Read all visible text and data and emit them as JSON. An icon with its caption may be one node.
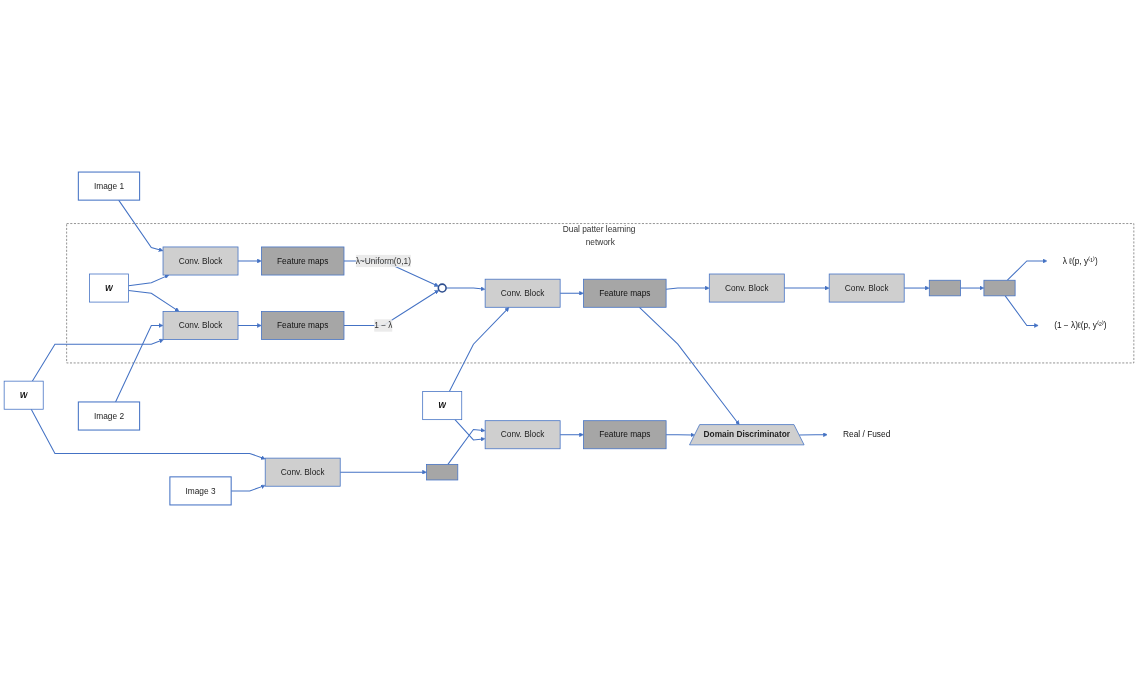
{
  "diagram": {
    "nodes": [
      {
        "text": [
          "Dual patter learning network"
        ]
      },
      {
        "text": [
          "Image 1"
        ]
      },
      {
        "text": [
          "Conv. Block"
        ],
        "in": 0
      },
      {
        "text": [
          "Feature maps"
        ],
        "in": 0
      },
      {
        "text": [
          "W"
        ],
        "in": 0
      },
      {
        "text": [
          "Image 2"
        ]
      },
      {
        "text": [
          "Conv. Block"
        ],
        "in": 0
      },
      {
        "text": [
          "Feature maps"
        ],
        "in": 0
      },
      {
        "text": [],
        "shape": "circle",
        "in": 0
      },
      {
        "text": [
          "Conv. Block"
        ],
        "in": 0
      },
      {
        "text": [
          "Feature maps"
        ],
        "in": 0
      },
      {
        "text": [
          "Conv. Block"
        ],
        "in": 0
      },
      {
        "text": [
          "Conv. Block"
        ],
        "in": 0
      },
      {
        "text": [],
        "shape": "bar",
        "in": 0
      },
      {
        "text": [],
        "shape": "bar",
        "in": 0
      },
      {
        "text": [
          "λ ℓ(p, y⁽¹⁾)"
        ],
        "in": 0
      },
      {
        "text": [
          "(1 − λ)ℓ(p, y⁽²⁾)"
        ],
        "in": 0
      },
      {
        "text": [
          "W"
        ]
      },
      {
        "text": [
          "Image 3"
        ]
      },
      {
        "text": [
          "Conv. Block"
        ]
      },
      {
        "text": [],
        "shape": "box"
      },
      {
        "text": [
          "W"
        ]
      },
      {
        "text": [
          "Conv. Block"
        ]
      },
      {
        "text": [
          "Feature maps"
        ]
      },
      {
        "text": [
          "Domain Discriminator"
        ]
      },
      {
        "text": [
          "Real / Fused"
        ]
      }
    ],
    "edges": [
      {
        "from": 1,
        "to": 2,
        "arrow": "to"
      },
      {
        "from": 2,
        "to": 3,
        "arrow": "to"
      },
      {
        "from": 4,
        "to": 2,
        "arrow": "to"
      },
      {
        "from": 4,
        "to": 6,
        "arrow": "to"
      },
      {
        "from": 5,
        "to": 6,
        "arrow": "to"
      },
      {
        "from": 6,
        "to": 7,
        "arrow": "to"
      },
      {
        "from": 3,
        "to": 8,
        "arrow": "to",
        "label": "λ~Uniform(0,1)"
      },
      {
        "from": 7,
        "to": 8,
        "arrow": "to",
        "label": "1 − λ"
      },
      {
        "from": 8,
        "to": 9,
        "arrow": "to"
      },
      {
        "from": 9,
        "to": 10,
        "arrow": "to"
      },
      {
        "from": 10,
        "to": 11,
        "arrow": "to"
      },
      {
        "from": 11,
        "to": 12,
        "arrow": "to"
      },
      {
        "from": 12,
        "to": 13,
        "arrow": "to"
      },
      {
        "from": 13,
        "to": 14,
        "arrow": "to"
      },
      {
        "from": 14,
        "to": 15,
        "arrow": "to"
      },
      {
        "from": 14,
        "to": 16,
        "arrow": "to"
      },
      {
        "from": 10,
        "to": 24,
        "arrow": "to"
      },
      {
        "from": 17,
        "to": 6,
        "arrow": "to"
      },
      {
        "from": 17,
        "to": 19,
        "arrow": "to"
      },
      {
        "from": 18,
        "to": 19,
        "arrow": "to"
      },
      {
        "from": 19,
        "to": 20,
        "arrow": "to"
      },
      {
        "from": 20,
        "to": 22,
        "arrow": "to"
      },
      {
        "from": 21,
        "to": 9,
        "arrow": "to"
      },
      {
        "from": 21,
        "to": 22,
        "arrow": "to"
      },
      {
        "from": 22,
        "to": 23,
        "arrow": "to"
      },
      {
        "from": 23,
        "to": 24,
        "arrow": "to"
      },
      {
        "from": 24,
        "to": 25,
        "arrow": "to"
      }
    ]
  }
}
